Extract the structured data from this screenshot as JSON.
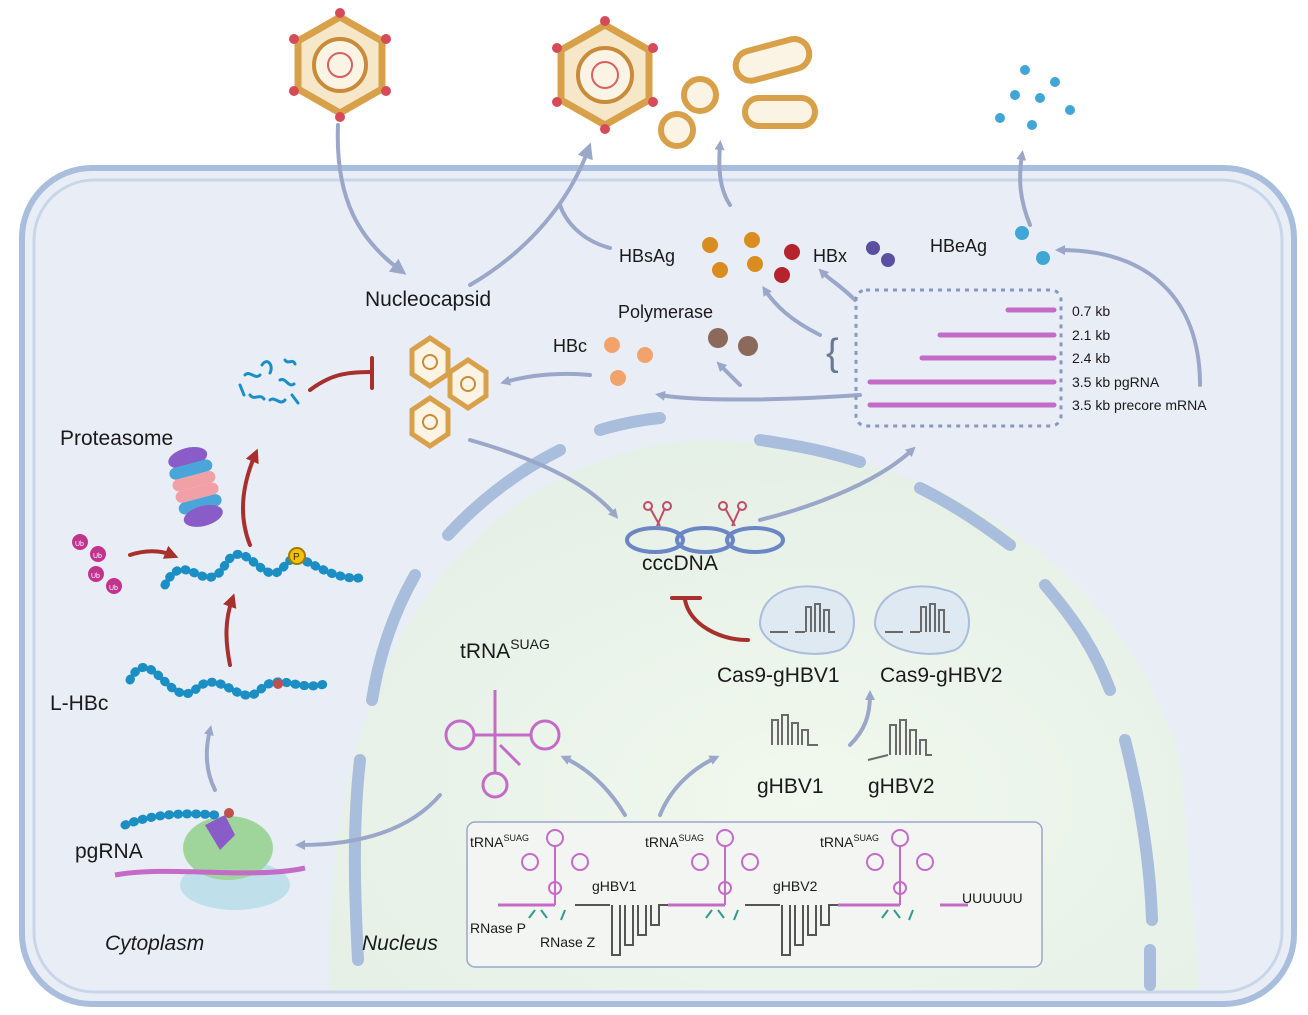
{
  "labels": {
    "nucleocapsid": "Nucleocapsid",
    "hbsag": "HBsAg",
    "hbx": "HBx",
    "hbeag": "HBeAg",
    "polymerase": "Polymerase",
    "hbc": "HBc",
    "proteasome": "Proteasome",
    "l_hbc": "L-HBc",
    "pgrna": "pgRNA",
    "cytoplasm": "Cytoplasm",
    "nucleus": "Nucleus",
    "cccdna": "cccDNA",
    "trna_main": "tRNA",
    "trna_sup": "SUAG",
    "cas9_ghbv1": "Cas9-gHBV1",
    "cas9_ghbv2": "Cas9-gHBV2",
    "ghbv1": "gHBV1",
    "ghbv2": "gHBV2",
    "ub": "Ub",
    "p": "P"
  },
  "transcripts": [
    {
      "label": "0.7 kb"
    },
    {
      "label": "2.1 kb"
    },
    {
      "label": "2.4 kb"
    },
    {
      "label": "3.5 kb pgRNA"
    },
    {
      "label": "3.5 kb precore mRNA"
    }
  ],
  "construct": {
    "trna1": "tRNA",
    "trna2": "tRNA",
    "trna3": "tRNA",
    "trna_sup": "SUAG",
    "ghbv1": "gHBV1",
    "ghbv2": "gHBV2",
    "rnase_p": "RNase P",
    "rnase_z": "RNase Z",
    "polyu": "UUUUUU"
  },
  "colors": {
    "cell_border": "#a9bddc",
    "cytoplasm_bg": "#e9eef6",
    "nucleus_bg": "#eaf3ea",
    "arrow_blue": "#9aa7c9",
    "arrow_red": "#a8302c",
    "hbsag_dot": "#d98c1f",
    "hbx_dot": "#b3242c",
    "hbeag_dot": "#3fa6d6",
    "polymerase_dot": "#8b6a5c",
    "hbc_dot": "#f2a36b",
    "transcript_line": "#c46bc8",
    "hbc_chain": "#1b8fc4",
    "ubiquitin": "#c2338f"
  },
  "icons": [
    "virion-icon",
    "hbsag-sphere-icon",
    "filament-icon",
    "capsid-hexagon-icon",
    "proteasome-icon",
    "ribosome-icon",
    "scissors-icon",
    "sgrna-hairpin-icon",
    "trna-cloverleaf-icon"
  ]
}
